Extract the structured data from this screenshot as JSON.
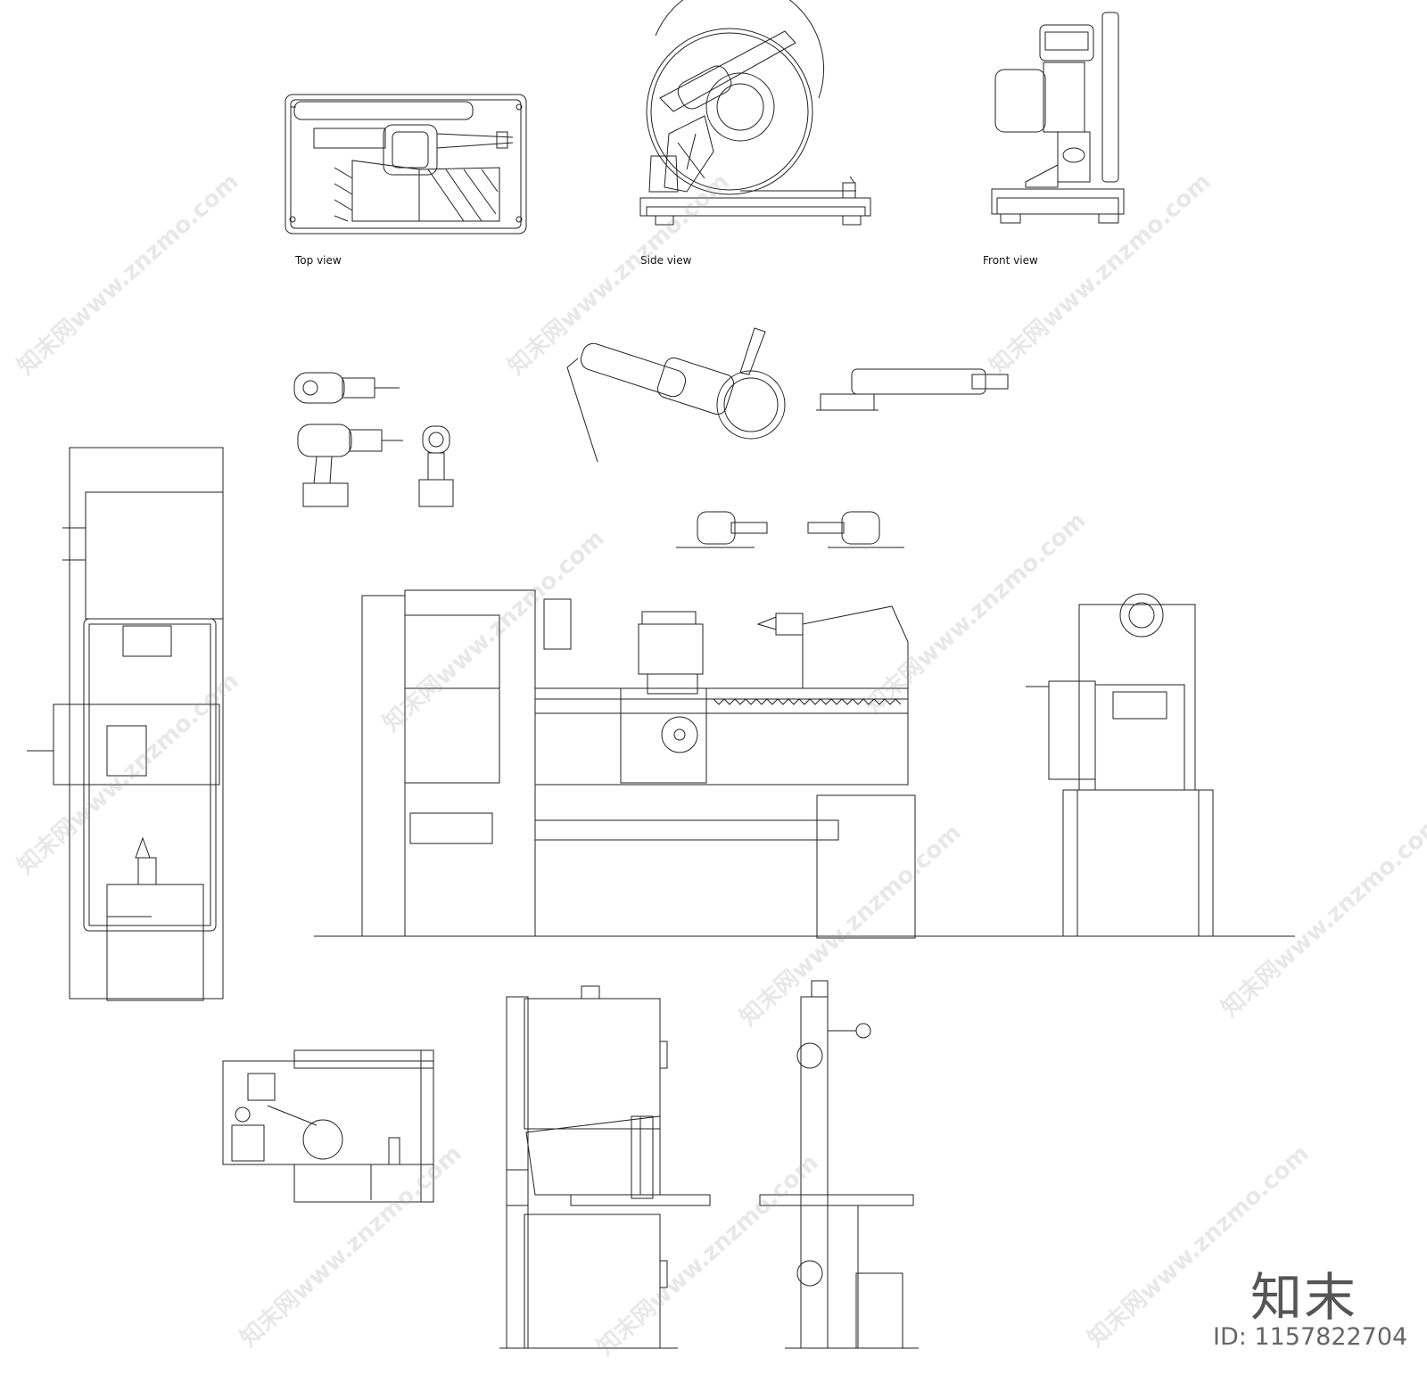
{
  "labels": {
    "top_view": "Top view",
    "side_view": "Side view",
    "front_view": "Front view"
  },
  "watermark": {
    "repeated_text": "知末网www.znzmo.com",
    "brand": "知末",
    "id_text": "ID: 1157822704"
  },
  "colors": {
    "line": "#222222",
    "watermark": "#9a9a9a"
  }
}
